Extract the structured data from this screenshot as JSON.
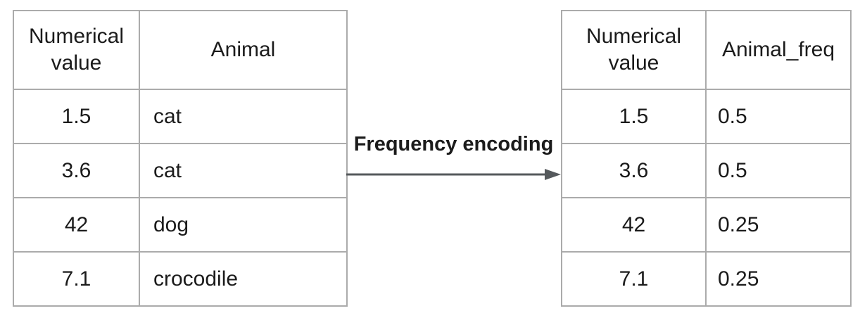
{
  "connector": {
    "label": "Frequency encoding"
  },
  "input_table": {
    "headers": [
      "Numerical value",
      "Animal"
    ],
    "rows": [
      [
        "1.5",
        "cat"
      ],
      [
        "3.6",
        "cat"
      ],
      [
        "42",
        "dog"
      ],
      [
        "7.1",
        "crocodile"
      ]
    ]
  },
  "output_table": {
    "headers": [
      "Numerical value",
      "Animal_freq"
    ],
    "rows": [
      [
        "1.5",
        "0.5"
      ],
      [
        "3.6",
        "0.5"
      ],
      [
        "42",
        "0.25"
      ],
      [
        "7.1",
        "0.25"
      ]
    ]
  },
  "colors": {
    "table_border": "#ababab",
    "arrow": "#55595c",
    "text": "#1b1b1b"
  }
}
